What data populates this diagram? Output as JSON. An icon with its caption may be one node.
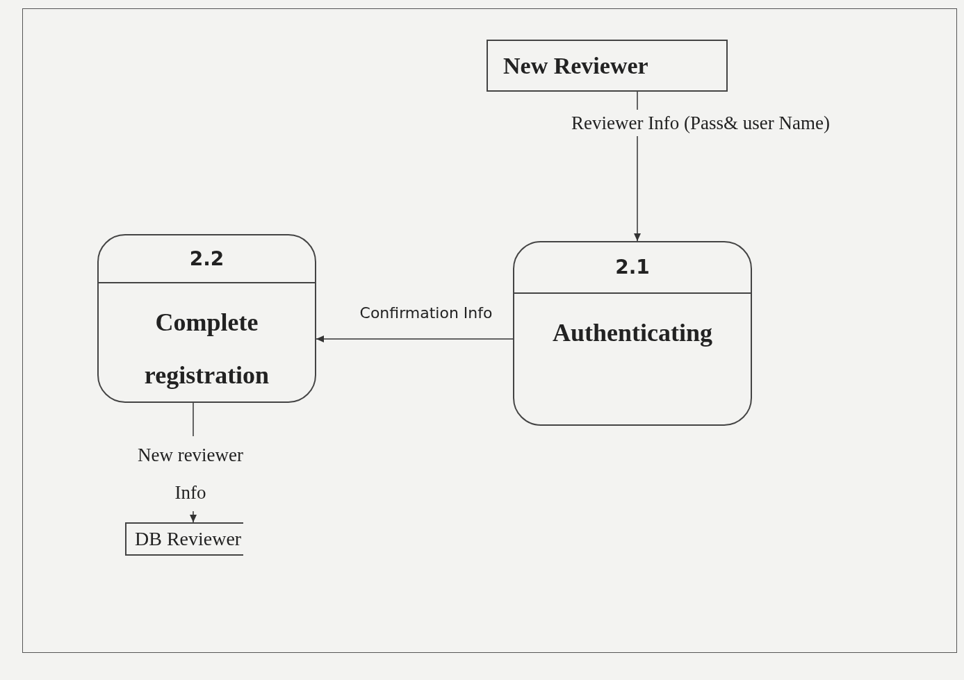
{
  "diagram": {
    "nodes": [
      {
        "text": [
          "New Reviewer"
        ]
      },
      {
        "text": [
          "2.2",
          "Complete registration"
        ]
      },
      {
        "text": [
          "2.1",
          "Authenticating"
        ]
      },
      {
        "text": [
          "DB Reviewer"
        ]
      }
    ],
    "edges": [
      {
        "from": 0,
        "to": 2,
        "arrow": "to",
        "label": "Reviewer Info (Pass& user Name)"
      },
      {
        "from": 2,
        "to": 1,
        "arrow": "to",
        "label": "Confirmation Info"
      },
      {
        "from": 1,
        "to": 3,
        "arrow": "to",
        "label": "New reviewer Info"
      }
    ]
  }
}
